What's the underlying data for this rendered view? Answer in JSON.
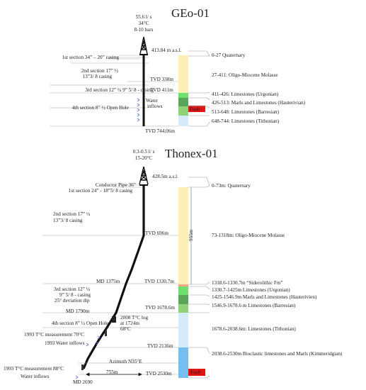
{
  "colors": {
    "quaternary": "#ffffff",
    "molasse": "#fdf0b6",
    "sideroltic": "#f4a58a",
    "urgonian": "#6ee06e",
    "hauterivian": "#5aa55a",
    "barresian": "#8fd27a",
    "tithonian": "#d6ecfa",
    "kimmeridgian": "#74bff0",
    "fault": "#e21414",
    "well": "#111111",
    "arrow": "#5a78c8"
  },
  "geo": {
    "title": "GEo-01",
    "flow": [
      "55.6 l/ s",
      "34°C",
      "8-10 bars"
    ],
    "asl": "413.84 m a.s.l.",
    "casing_1": "1st section 34” – 20” casing",
    "casing_2": [
      "2nd section 17” ½",
      "13”3/ 8 casing"
    ],
    "casing_3": "3rd section 12” ¼ 9” 5/ 8 - casing",
    "casing_4": "4th section 8” ½ Open Hole",
    "tvd_1": "TVD 338m",
    "tvd_2": "TVD 411m",
    "tvd_total": "TVD 744.06m",
    "water_inflows": [
      "Water",
      "inflows"
    ],
    "fault": "Fault",
    "layers": [
      "0-27 Quaternary",
      "27-411: Oligo-Miocene Molasse",
      "411-426: Limestones (Urgonian)",
      "426-513: Marls and Limestones (Hauterivian)",
      "513-648: Limestones (Barresian)",
      "648-744: Limestones (Tithonian)"
    ]
  },
  "thonex": {
    "title": "Thonex-01",
    "flow": [
      "0.3-0.5 l/ s",
      "15-20°C"
    ],
    "asl": "428.5m a.s.l.",
    "conductor": "Conductor Pipe 36”",
    "casing_1": "1st section 24” - 18”5/ 8 casing",
    "casing_2": [
      "2nd section 17” ½",
      "13”3/ 8 casing"
    ],
    "casing_3": [
      "3rd section 12” ¼",
      "9” 5/ 8 - casing",
      "25° deviation dip"
    ],
    "casing_4": "4th section 8” ½ Open Hole",
    "tvd_696": "TVD 696m",
    "tvd_1330": "TVD 1330.7m",
    "tvd_1678": "TVD 1678.6m",
    "tvd_2136": "TVD 2136m",
    "tvd_2530": "TVD 2530m",
    "md_1375": "MD 1375m",
    "md_1790": "MD 1790m",
    "md_2690": "MD 2690",
    "log_2008": [
      "2008 T°C log",
      "at 1724m",
      "68°C"
    ],
    "meas_1993_70": "1993 T°C measurement 70°C",
    "water_1993": "1993 Water inflows",
    "meas_1993_88": "1993 T°C measurement 88°C",
    "water_inflows": "Water inflows",
    "azimuth": "Azimuth N35°E",
    "distance": "755m",
    "thickness": "955m",
    "fault": "Fault",
    "layers": [
      "0-73m: Quaternary",
      "73-1318m: Oligo-Miocene Molasse",
      "1318.6-1330.7m “Siderolithic Fm”",
      "1330.7-1425m Limestones (Urgonian)",
      "1425-1546.9m Marls and Limestones (Hauterivien)",
      "1546.9-1678.6 m Limestones (Barresian)",
      "1678.6-2038.6m: Limestones (Tithonian)",
      "2038.6-2530m Bioclastic limestones and Marls (Kimmeridgian)"
    ]
  }
}
